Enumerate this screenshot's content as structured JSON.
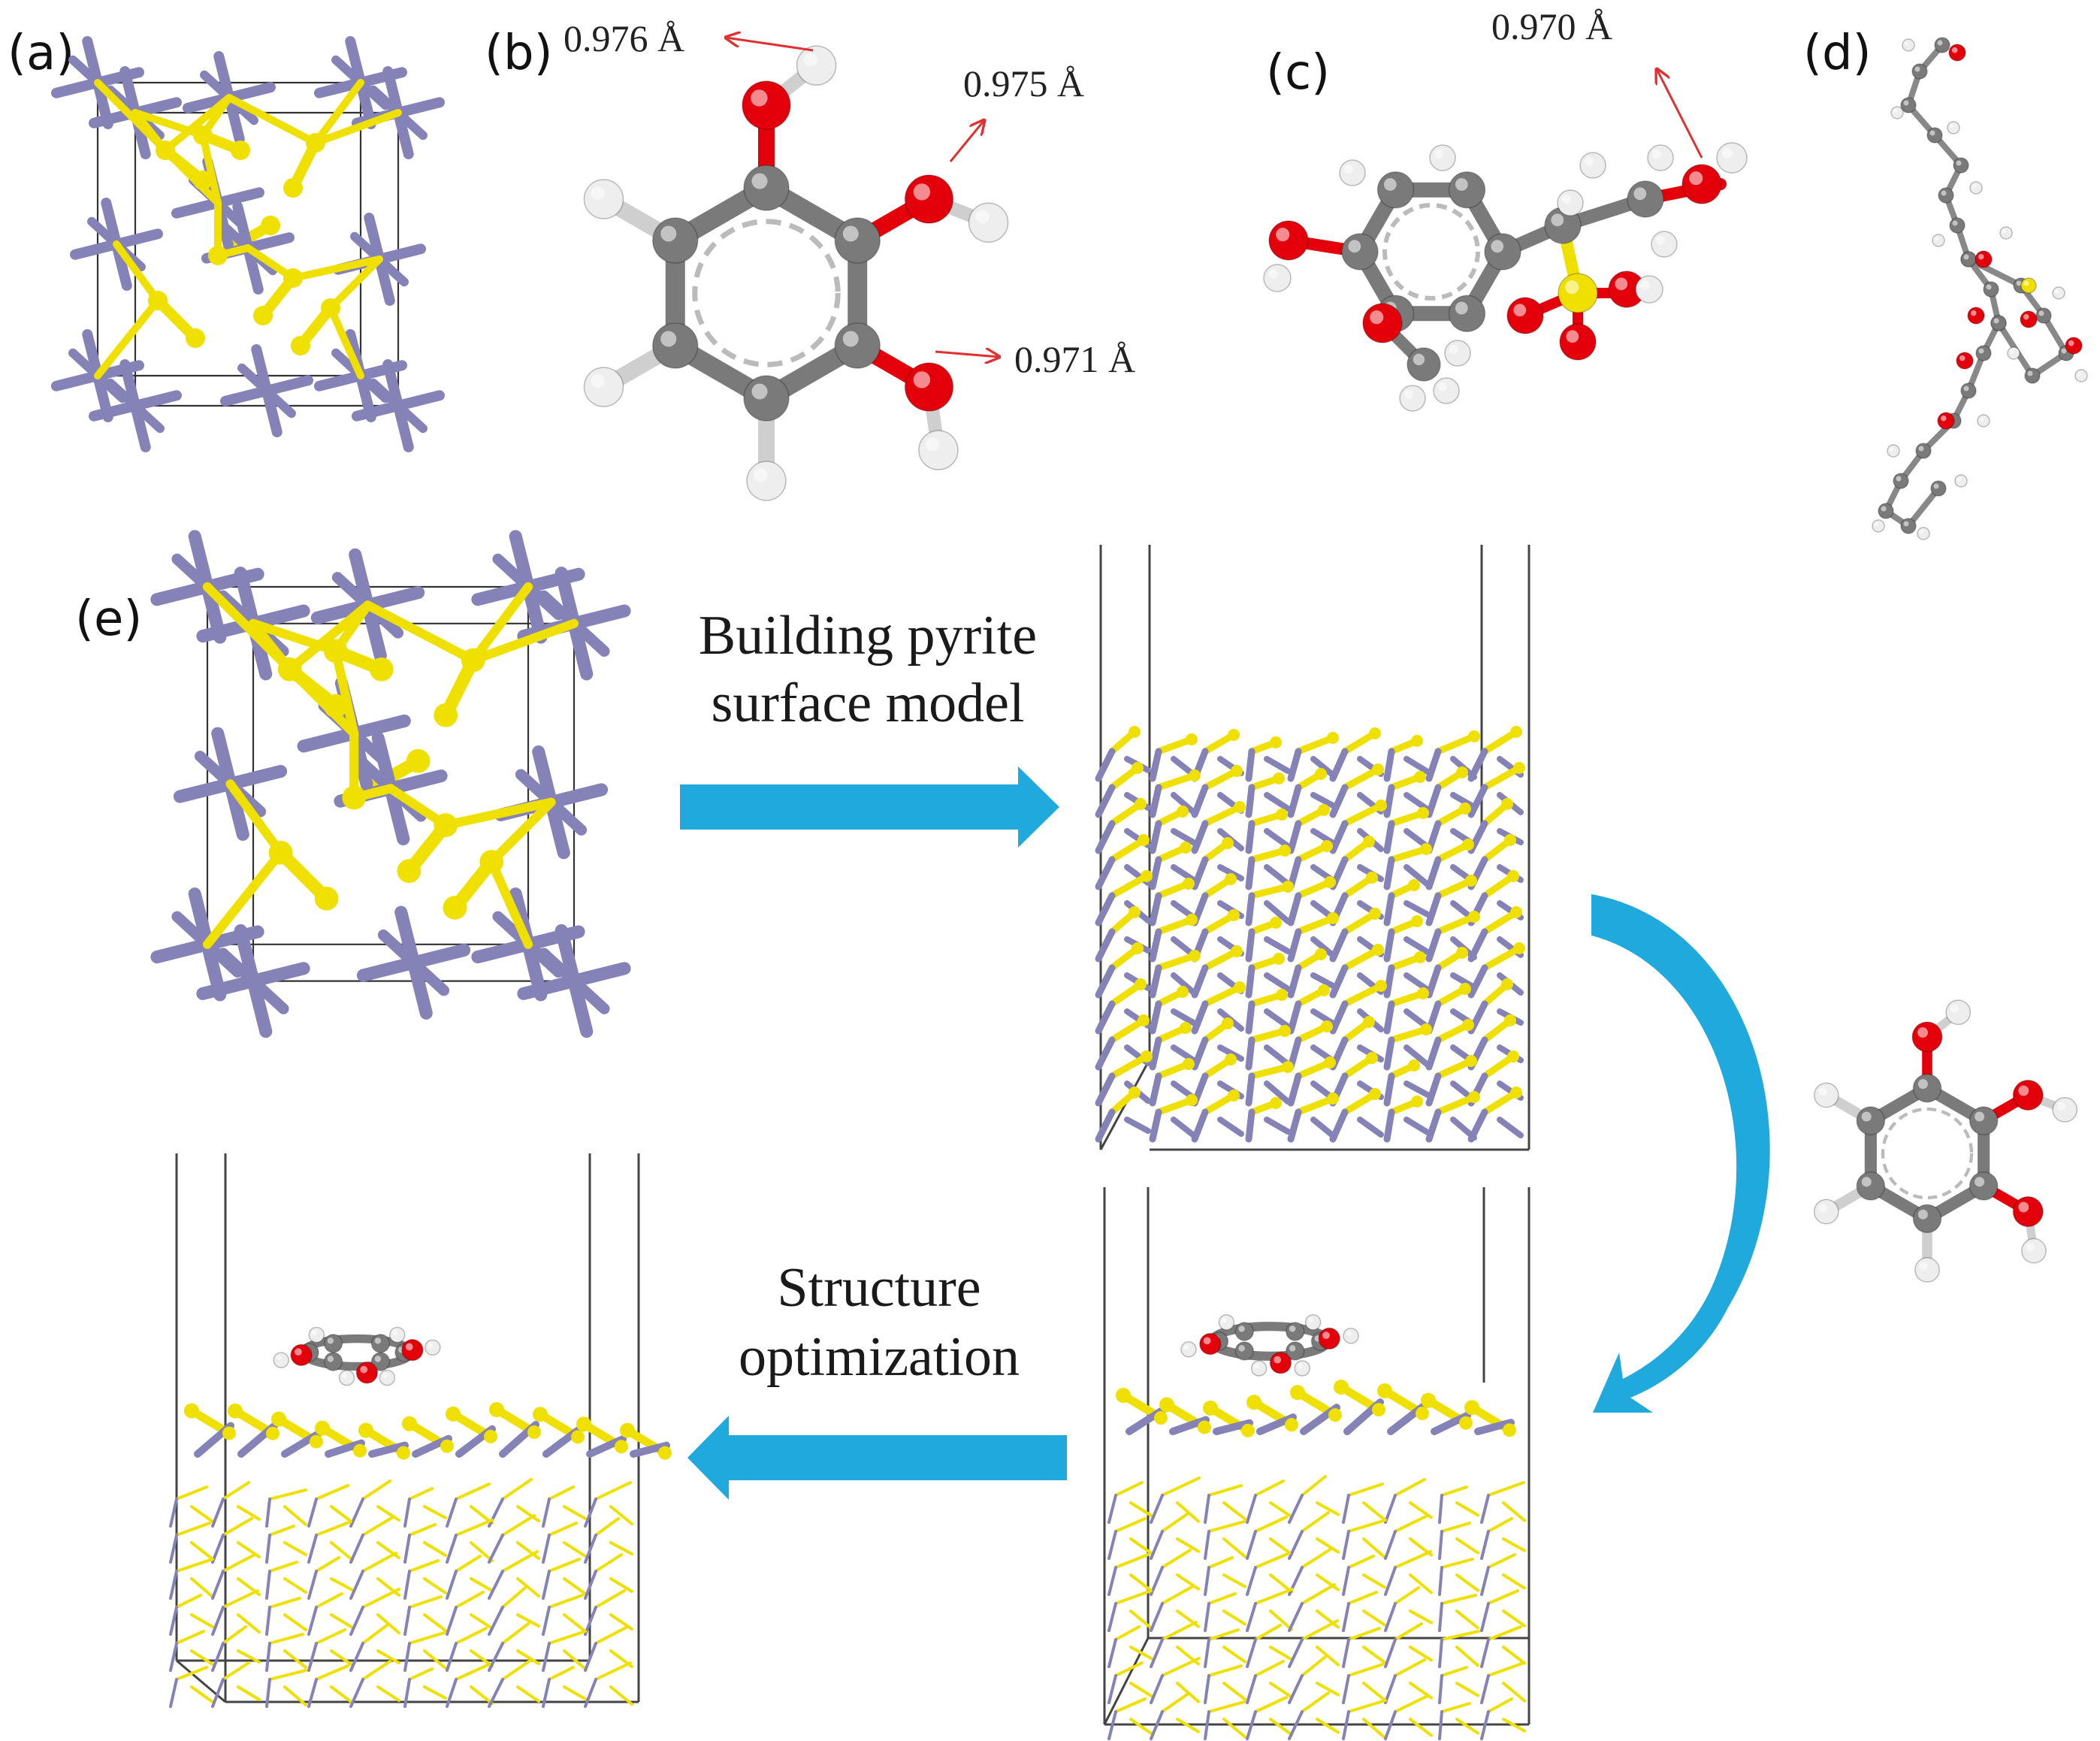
{
  "panels": {
    "a": {
      "label": "(a)"
    },
    "b": {
      "label": "(b)",
      "bonds": [
        "0.976 Å",
        "0.975 Å",
        "0.971 Å"
      ]
    },
    "c": {
      "label": "(c)",
      "bonds": [
        "0.970 Å"
      ]
    },
    "d": {
      "label": "(d)"
    },
    "e": {
      "label": "(e)"
    }
  },
  "steps": {
    "build_line1": "Building pyrite",
    "build_line2": "surface model",
    "opt_line1": "Structure",
    "opt_line2": "optimization"
  },
  "colors": {
    "iron": "#8582b8",
    "sulfur": "#f0e000",
    "carbon": "#7a7a7a",
    "oxygen": "#e3000b",
    "hydrogen": "#eeeeee",
    "arrow": "#1fa9dc",
    "bond_marker": "#e03030"
  }
}
